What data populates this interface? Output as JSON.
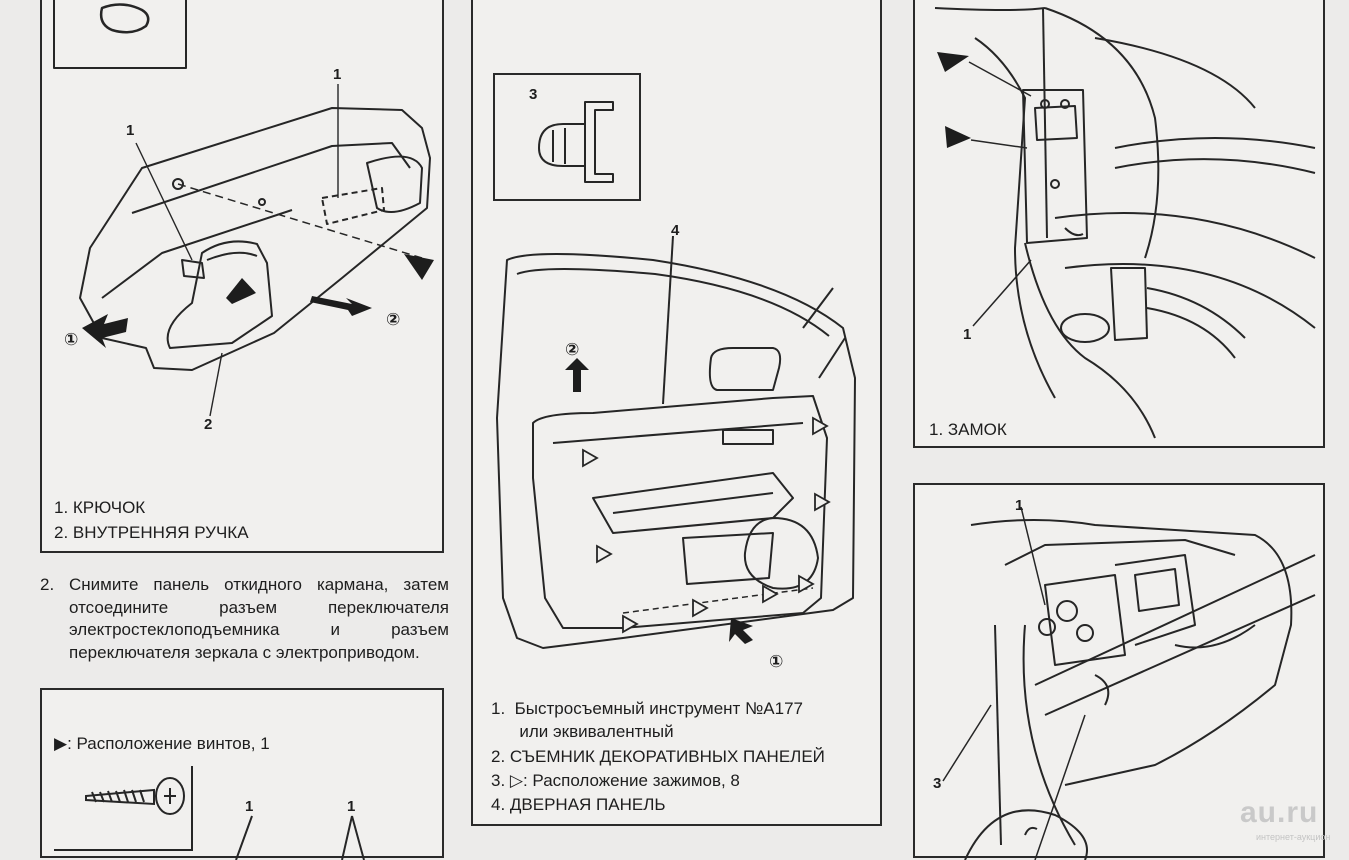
{
  "panel_a": {
    "callout_1a": "1",
    "callout_1b": "1",
    "callout_2": "2",
    "circle_1": "①",
    "circle_2": "②",
    "legend": [
      "1.  КРЮЧОК",
      "2.  ВНУТРЕННЯЯ РУЧКА"
    ]
  },
  "step_2": {
    "number": "2.",
    "text": "Снимите панель откидного кармана, затем отсоедините разъем переключателя электростеклоподъемника и разъем переключателя зеркала с электроприводом."
  },
  "panel_b": {
    "legend": "▶: Расположение винтов, 1",
    "callout_1a": "1",
    "callout_1b": "1"
  },
  "panel_c": {
    "inset_callout": "3",
    "callout_4": "4",
    "circle_2": "②",
    "circle_1": "①",
    "legend": [
      "1.  Быстросъемный инструмент №A177",
      "      или эквивалентный",
      "2.  СЪЕМНИК ДЕКОРАТИВНЫХ ПАНЕЛЕЙ",
      "3. ▷: Расположение зажимов, 8",
      "4.  ДВЕРНАЯ ПАНЕЛЬ"
    ]
  },
  "panel_d": {
    "callout_1": "1",
    "legend": "1.  ЗАМОК"
  },
  "panel_e": {
    "callout_1": "1",
    "callout_3": "3"
  },
  "watermark": {
    "brand": "au.ru",
    "tagline": "интернет-аукцион"
  }
}
